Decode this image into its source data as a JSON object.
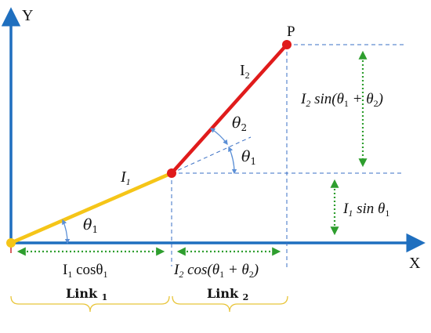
{
  "axes": {
    "x_label": "X",
    "y_label": "Y"
  },
  "points": {
    "end_effector": "P"
  },
  "links": {
    "link1": {
      "length_label": "I",
      "length_sub": "1",
      "angle_symbol": "θ",
      "angle_sub": "1"
    },
    "link2": {
      "length_label": "I",
      "length_sub": "2",
      "angle_symbol": "θ",
      "angle_sub": "2"
    },
    "reference_angle": {
      "symbol": "θ",
      "sub": "1"
    }
  },
  "dimensions": {
    "x1": {
      "pre": "I",
      "pre_sub": "1",
      "func": " cosθ",
      "arg_sub": "1"
    },
    "x2": {
      "pre": "I",
      "pre_sub": "2",
      "func": " cos(θ",
      "arg_sub1": "1",
      "mid": " + θ",
      "arg_sub2": "2",
      "post": ")"
    },
    "y1": {
      "pre": "I",
      "pre_sub": "1",
      "func": " sin θ",
      "arg_sub": "1"
    },
    "y2": {
      "pre": "I",
      "pre_sub": "2",
      "func": " sin(θ",
      "arg_sub1": "1",
      "mid": " + θ",
      "arg_sub2": "2",
      "post": ")"
    }
  },
  "brackets": {
    "link1": {
      "label": "Link ",
      "sub": "1"
    },
    "link2": {
      "label": "Link ",
      "sub": "2"
    }
  },
  "colors": {
    "axis": "#1f6fbf",
    "link1": "#f5c518",
    "link2": "#e01b1b",
    "joint": "#e01b1b",
    "dimension_arrow": "#2e9e2e",
    "guide": "#3a6fc4",
    "bracket": "#e8c53a",
    "angle_arrow": "#5b8fd6"
  }
}
